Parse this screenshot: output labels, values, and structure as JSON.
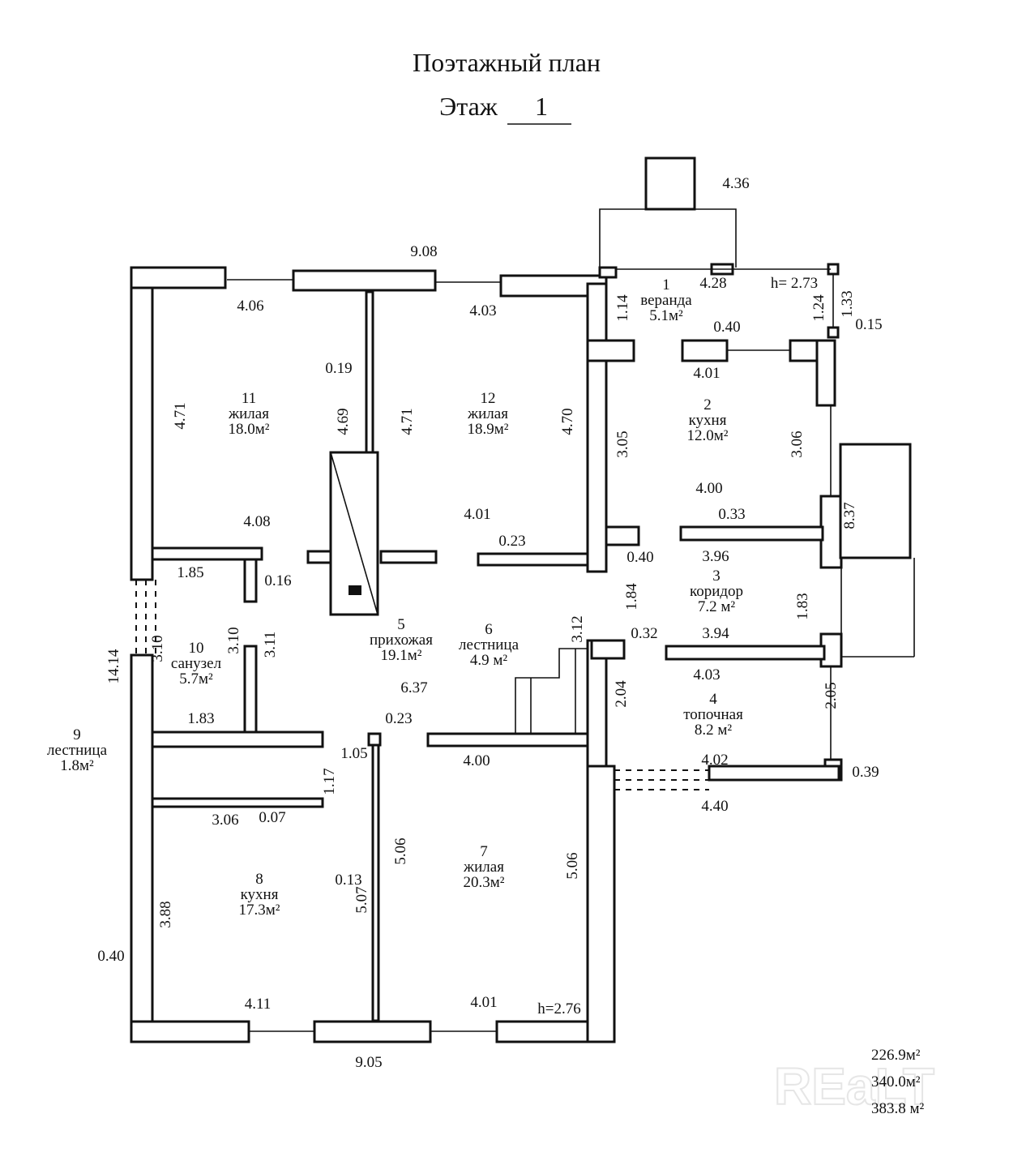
{
  "header": {
    "title": "Поэтажный план",
    "floor_label": "Этаж",
    "floor_number": "1"
  },
  "rooms": [
    {
      "number": "1",
      "name": "веранда",
      "area": "5.1м²"
    },
    {
      "number": "2",
      "name": "кухня",
      "area": "12.0м²"
    },
    {
      "number": "3",
      "name": "коридор",
      "area": "7.2 м²"
    },
    {
      "number": "4",
      "name": "топочная",
      "area": "8.2 м²"
    },
    {
      "number": "5",
      "name": "прихожая",
      "area": "19.1м²"
    },
    {
      "number": "6",
      "name": "лестница",
      "area": "4.9 м²"
    },
    {
      "number": "7",
      "name": "жилая",
      "area": "20.3м²"
    },
    {
      "number": "8",
      "name": "кухня",
      "area": "17.3м²"
    },
    {
      "number": "9",
      "name": "лестница",
      "area": "1.8м²"
    },
    {
      "number": "10",
      "name": "санузел",
      "area": "5.7м²"
    },
    {
      "number": "11",
      "name": "жилая",
      "area": "18.0м²"
    },
    {
      "number": "12",
      "name": "жилая",
      "area": "18.9м²"
    }
  ],
  "dimensions": [
    "4.36",
    "9.08",
    "4.28",
    "h= 2.73",
    "1.14",
    "1.24",
    "1.33",
    "0.15",
    "0.40",
    "4.06",
    "4.03",
    "4.01",
    "0.19",
    "4.69",
    "4.71",
    "4.71",
    "4.70",
    "3.05",
    "3.06",
    "4.00",
    "0.33",
    "4.08",
    "4.01",
    "0.23",
    "0.40",
    "3.96",
    "1.85",
    "0.16",
    "1.84",
    "1.83",
    "8.37",
    "3.12",
    "0.32",
    "3.94",
    "4.03",
    "14.14",
    "3.10",
    "3.10",
    "3.11",
    "6.37",
    "0.23",
    "2.04",
    "2.05",
    "1.83",
    "1.05",
    "4.00",
    "4.02",
    "0.39",
    "1.17",
    "4.40",
    "3.06",
    "0.07",
    "5.06",
    "5.06",
    "0.13",
    "5.07",
    "3.88",
    "0.40",
    "4.11",
    "4.01",
    "h=2.76",
    "9.05"
  ],
  "totals": [
    "226.9м²",
    "340.0м²",
    "383.8 м²"
  ],
  "watermark": "REaLT"
}
